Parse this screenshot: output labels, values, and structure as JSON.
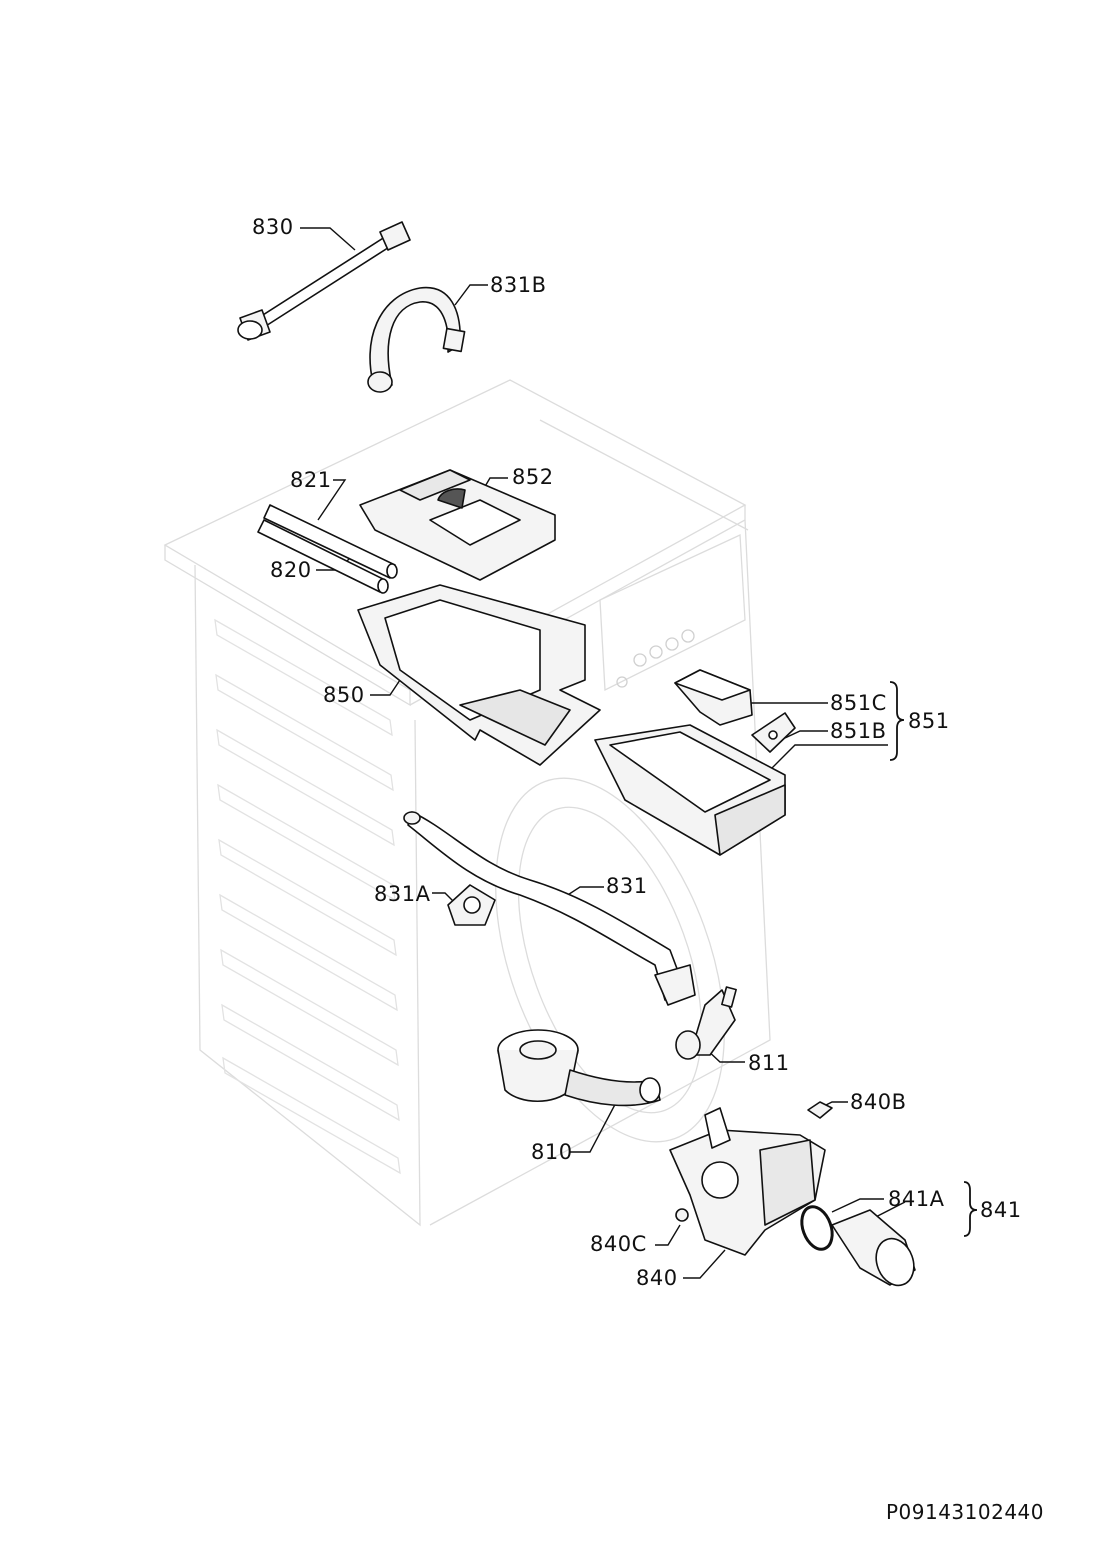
{
  "diagram": {
    "document_code": "P09143102440",
    "callouts": {
      "c830": "830",
      "c831B": "831B",
      "c821": "821",
      "c852": "852",
      "c820": "820",
      "c850": "850",
      "c851C": "851C",
      "c851B": "851B",
      "c851": "851",
      "c831A": "831A",
      "c831": "831",
      "c811": "811",
      "c840B": "840B",
      "c810": "810",
      "c841A": "841A",
      "c841": "841",
      "c840C": "840C",
      "c840": "840"
    },
    "colors": {
      "line": "#111111",
      "ghost": "#d8d8d8",
      "part_fill": "#f4f4f4"
    }
  }
}
